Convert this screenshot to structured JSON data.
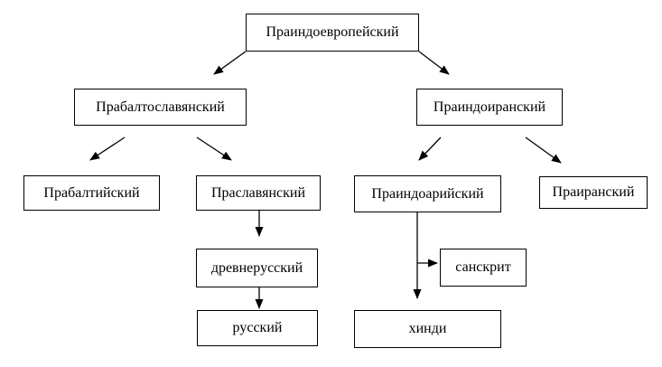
{
  "diagram": {
    "type": "tree",
    "subject": "language-family-tree",
    "colors": {
      "background": "#ffffff",
      "box_border": "#000000",
      "text": "#000000",
      "arrow": "#000000"
    },
    "nodes": {
      "proto_indo_european": {
        "label": "Праиндоевропейский"
      },
      "proto_balto_slavic": {
        "label": "Прабалтославянский"
      },
      "proto_indo_iranian": {
        "label": "Праиндоиранский"
      },
      "proto_baltic": {
        "label": "Прабалтийский"
      },
      "proto_slavic": {
        "label": "Праславянский"
      },
      "proto_indo_aryan": {
        "label": "Праиндоарийский"
      },
      "proto_iranian": {
        "label": "Праиранский"
      },
      "old_russian": {
        "label": "древнерусский"
      },
      "russian": {
        "label": "русский"
      },
      "sanskrit": {
        "label": "санскрит"
      },
      "hindi": {
        "label": "хинди"
      }
    },
    "edges": [
      {
        "from": "proto_indo_european",
        "to": "proto_balto_slavic"
      },
      {
        "from": "proto_indo_european",
        "to": "proto_indo_iranian"
      },
      {
        "from": "proto_balto_slavic",
        "to": "proto_baltic"
      },
      {
        "from": "proto_balto_slavic",
        "to": "proto_slavic"
      },
      {
        "from": "proto_indo_iranian",
        "to": "proto_indo_aryan"
      },
      {
        "from": "proto_indo_iranian",
        "to": "proto_iranian"
      },
      {
        "from": "proto_slavic",
        "to": "old_russian"
      },
      {
        "from": "old_russian",
        "to": "russian"
      },
      {
        "from": "proto_indo_aryan",
        "to": "sanskrit"
      },
      {
        "from": "proto_indo_aryan",
        "to": "hindi"
      }
    ]
  }
}
